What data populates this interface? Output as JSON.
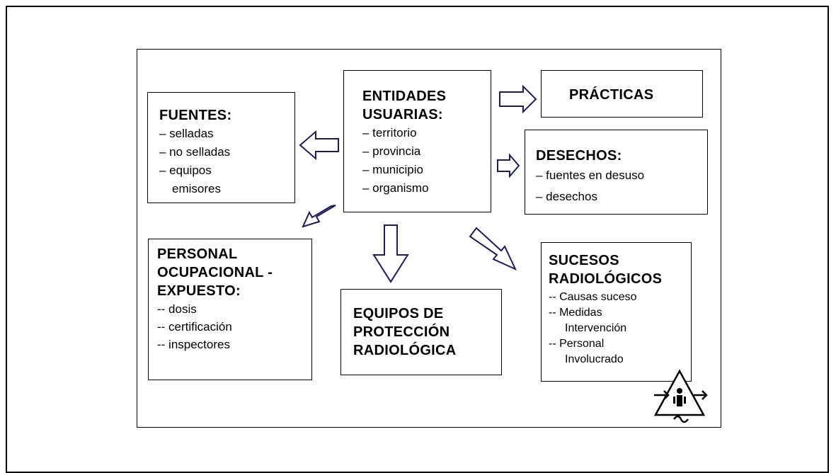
{
  "entidades": {
    "title_lines": [
      "ENTIDADES",
      "USUARIAS:"
    ],
    "items": [
      "– territorio",
      "– provincia",
      "– municipio",
      "– organismo"
    ]
  },
  "fuentes": {
    "title": "FUENTES:",
    "items": [
      "– selladas",
      "– no selladas",
      "– equipos",
      "emisores"
    ]
  },
  "practicas": {
    "title": "PRÁCTICAS"
  },
  "desechos": {
    "title": "DESECHOS:",
    "items": [
      "– fuentes en desuso",
      "– desechos"
    ]
  },
  "personal": {
    "title_lines": [
      "PERSONAL",
      "OCUPACIONAL -",
      "EXPUESTO:"
    ],
    "items": [
      "-- dosis",
      "-- certificación",
      "-- inspectores"
    ]
  },
  "equipos": {
    "title_lines": [
      "EQUIPOS DE",
      "PROTECCIÓN",
      "RADIOLÓGICA"
    ]
  },
  "sucesos": {
    "title_lines": [
      "SUCESOS",
      "RADIOLÓGICOS"
    ],
    "items": [
      "-- Causas suceso",
      "-- Medidas",
      "Intervención",
      "-- Personal",
      "Involucrado"
    ]
  },
  "colors": {
    "arrow_stroke": "#1c1c5a",
    "line": "#000000"
  },
  "icons": {
    "hazard": "radiation-hazard-icon"
  }
}
